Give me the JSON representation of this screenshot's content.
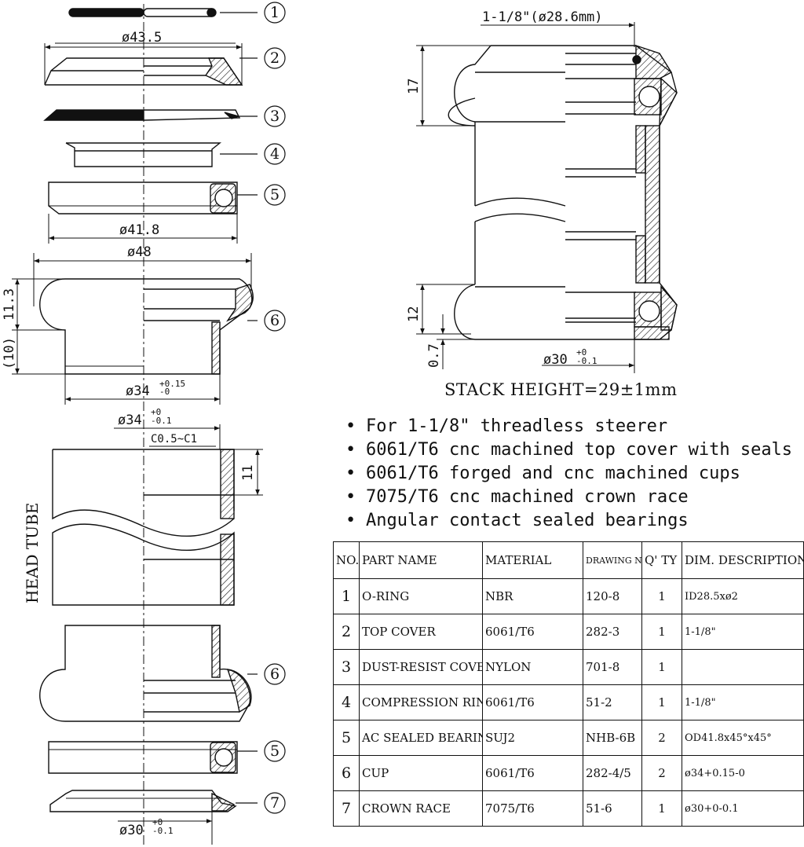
{
  "callouts": [
    "1",
    "2",
    "3",
    "4",
    "5",
    "6",
    "6",
    "5",
    "7"
  ],
  "dimensions": {
    "top_cover_dia": "ø43.5",
    "bearing_dia": "ø41.8",
    "cup_dia": "ø48",
    "cup_height": "11.3",
    "cup_insert": "(10)",
    "cup_insert_dia": "ø34",
    "cup_insert_tol_upper": "+0.15",
    "cup_insert_tol_lower": "-0",
    "headtube_bore_dia": "ø34",
    "headtube_bore_tol_upper": "+0",
    "headtube_bore_tol_lower": "-0.1",
    "chamfer": "C0.5~C1",
    "headtube_depth": "11",
    "crown_race_dia": "ø30",
    "crown_race_tol_upper": "+0",
    "crown_race_tol_lower": "-0.1",
    "steerer": "1-1/8\"(ø28.6mm)",
    "top_stack": "17",
    "bottom_stack": "12",
    "bottom_gap": "0.7",
    "assembly_crown_dia": "ø30",
    "assembly_crown_tol_upper": "+0",
    "assembly_crown_tol_lower": "-0.1"
  },
  "head_tube_label": "HEAD TUBE",
  "stack_height": "STACK HEIGHT=29±1mm",
  "features": [
    "For 1-1/8\" threadless steerer",
    "6061/T6 cnc machined top cover with seals",
    "6061/T6 forged and cnc machined cups",
    "7075/T6 cnc machined crown race",
    "Angular contact sealed bearings"
  ],
  "table": {
    "headers": [
      "NO.",
      "PART NAME",
      "MATERIAL",
      "DRAWING NO.",
      "Q' TY",
      "DIM. DESCRIPTION"
    ],
    "rows": [
      {
        "no": "1",
        "name": "O-RING",
        "material": "NBR",
        "drawing": "120-8",
        "qty": "1",
        "dim": "ID28.5xø2"
      },
      {
        "no": "2",
        "name": "TOP COVER",
        "material": "6061/T6",
        "drawing": "282-3",
        "qty": "1",
        "dim": "1-1/8\""
      },
      {
        "no": "3",
        "name": "DUST-RESIST COVER",
        "material": "NYLON",
        "drawing": "701-8",
        "qty": "1",
        "dim": ""
      },
      {
        "no": "4",
        "name": "COMPRESSION RING",
        "material": "6061/T6",
        "drawing": "51-2",
        "qty": "1",
        "dim": "1-1/8\""
      },
      {
        "no": "5",
        "name": "AC SEALED BEARING",
        "material": "SUJ2",
        "drawing": "NHB-6B",
        "qty": "2",
        "dim": "OD41.8x45°x45°"
      },
      {
        "no": "6",
        "name": "CUP",
        "material": "6061/T6",
        "drawing": "282-4/5",
        "qty": "2",
        "dim": "ø34+0.15-0"
      },
      {
        "no": "7",
        "name": "CROWN RACE",
        "material": "7075/T6",
        "drawing": "51-6",
        "qty": "1",
        "dim": "ø30+0-0.1"
      }
    ]
  }
}
